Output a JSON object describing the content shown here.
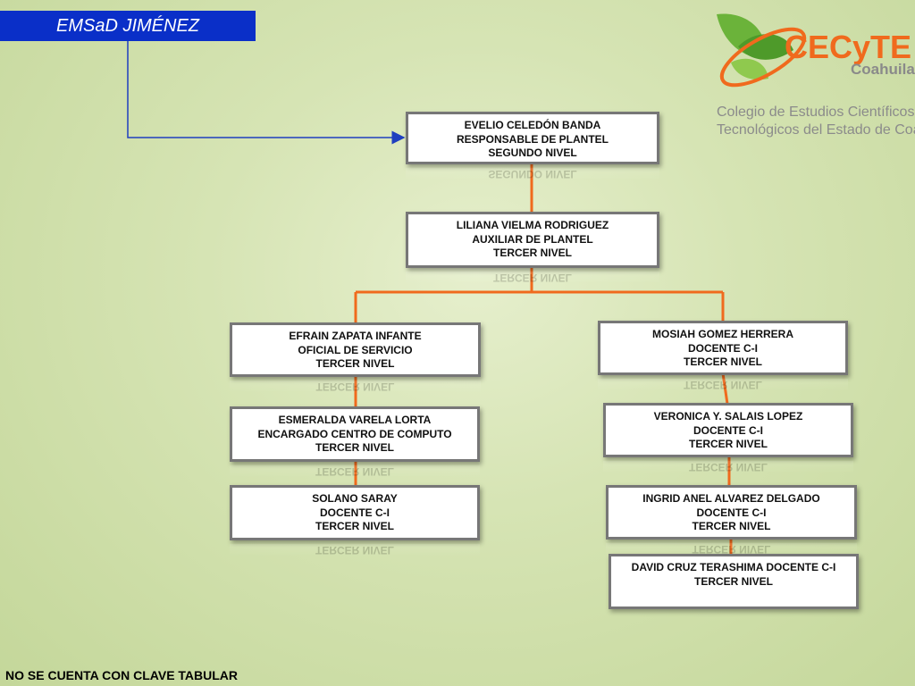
{
  "header": {
    "title": "EMSaD JIMÉNEZ"
  },
  "logo": {
    "brand_main": "CECyTE",
    "brand_state": "Coahuila",
    "description_line1": "Colegio de Estudios Científicos y",
    "description_line2": "Tecnológicos del Estado de Coahuila"
  },
  "nodes": {
    "evelio": {
      "line1": "EVELIO CELEDÓN BANDA",
      "line2": "RESPONSABLE DE PLANTEL",
      "line3": "SEGUNDO NIVEL"
    },
    "liliana": {
      "line1": "LILIANA VIELMA RODRIGUEZ",
      "line2": "AUXILIAR DE PLANTEL",
      "line3": "TERCER NIVEL"
    },
    "efrain": {
      "line1": "EFRAIN ZAPATA INFANTE",
      "line2": "OFICIAL DE SERVICIO",
      "line3": "TERCER NIVEL"
    },
    "esmeralda": {
      "line1": "ESMERALDA VARELA LORTA",
      "line2": "ENCARGADO  CENTRO DE COMPUTO",
      "line3": "TERCER NIVEL"
    },
    "solano": {
      "line1": "SOLANO SARAY",
      "line2": "DOCENTE C-I",
      "line3": "TERCER NIVEL"
    },
    "mosiah": {
      "line1": "MOSIAH GOMEZ HERRERA",
      "line2": "DOCENTE C-I",
      "line3": "TERCER NIVEL"
    },
    "veronica": {
      "line1": "VERONICA Y. SALAIS LOPEZ",
      "line2": "DOCENTE C-I",
      "line3": "TERCER NIVEL"
    },
    "ingrid": {
      "line1": "INGRID ANEL ALVAREZ DELGADO",
      "line2": "DOCENTE C-I",
      "line3": "TERCER NIVEL"
    },
    "david": {
      "line1": "DAVID CRUZ TERASHIMA DOCENTE C-I",
      "line2": "TERCER NIVEL"
    }
  },
  "footer": {
    "note": "NO SE CUENTA CON CLAVE TABULAR"
  },
  "colors": {
    "title_bg": "#0a2fc8",
    "connector": "#f06a1d",
    "arrow": "#1f3fbf",
    "brand": "#f06a1d"
  },
  "icons": {
    "logo_mark": "green-leaf-orbit-icon"
  }
}
